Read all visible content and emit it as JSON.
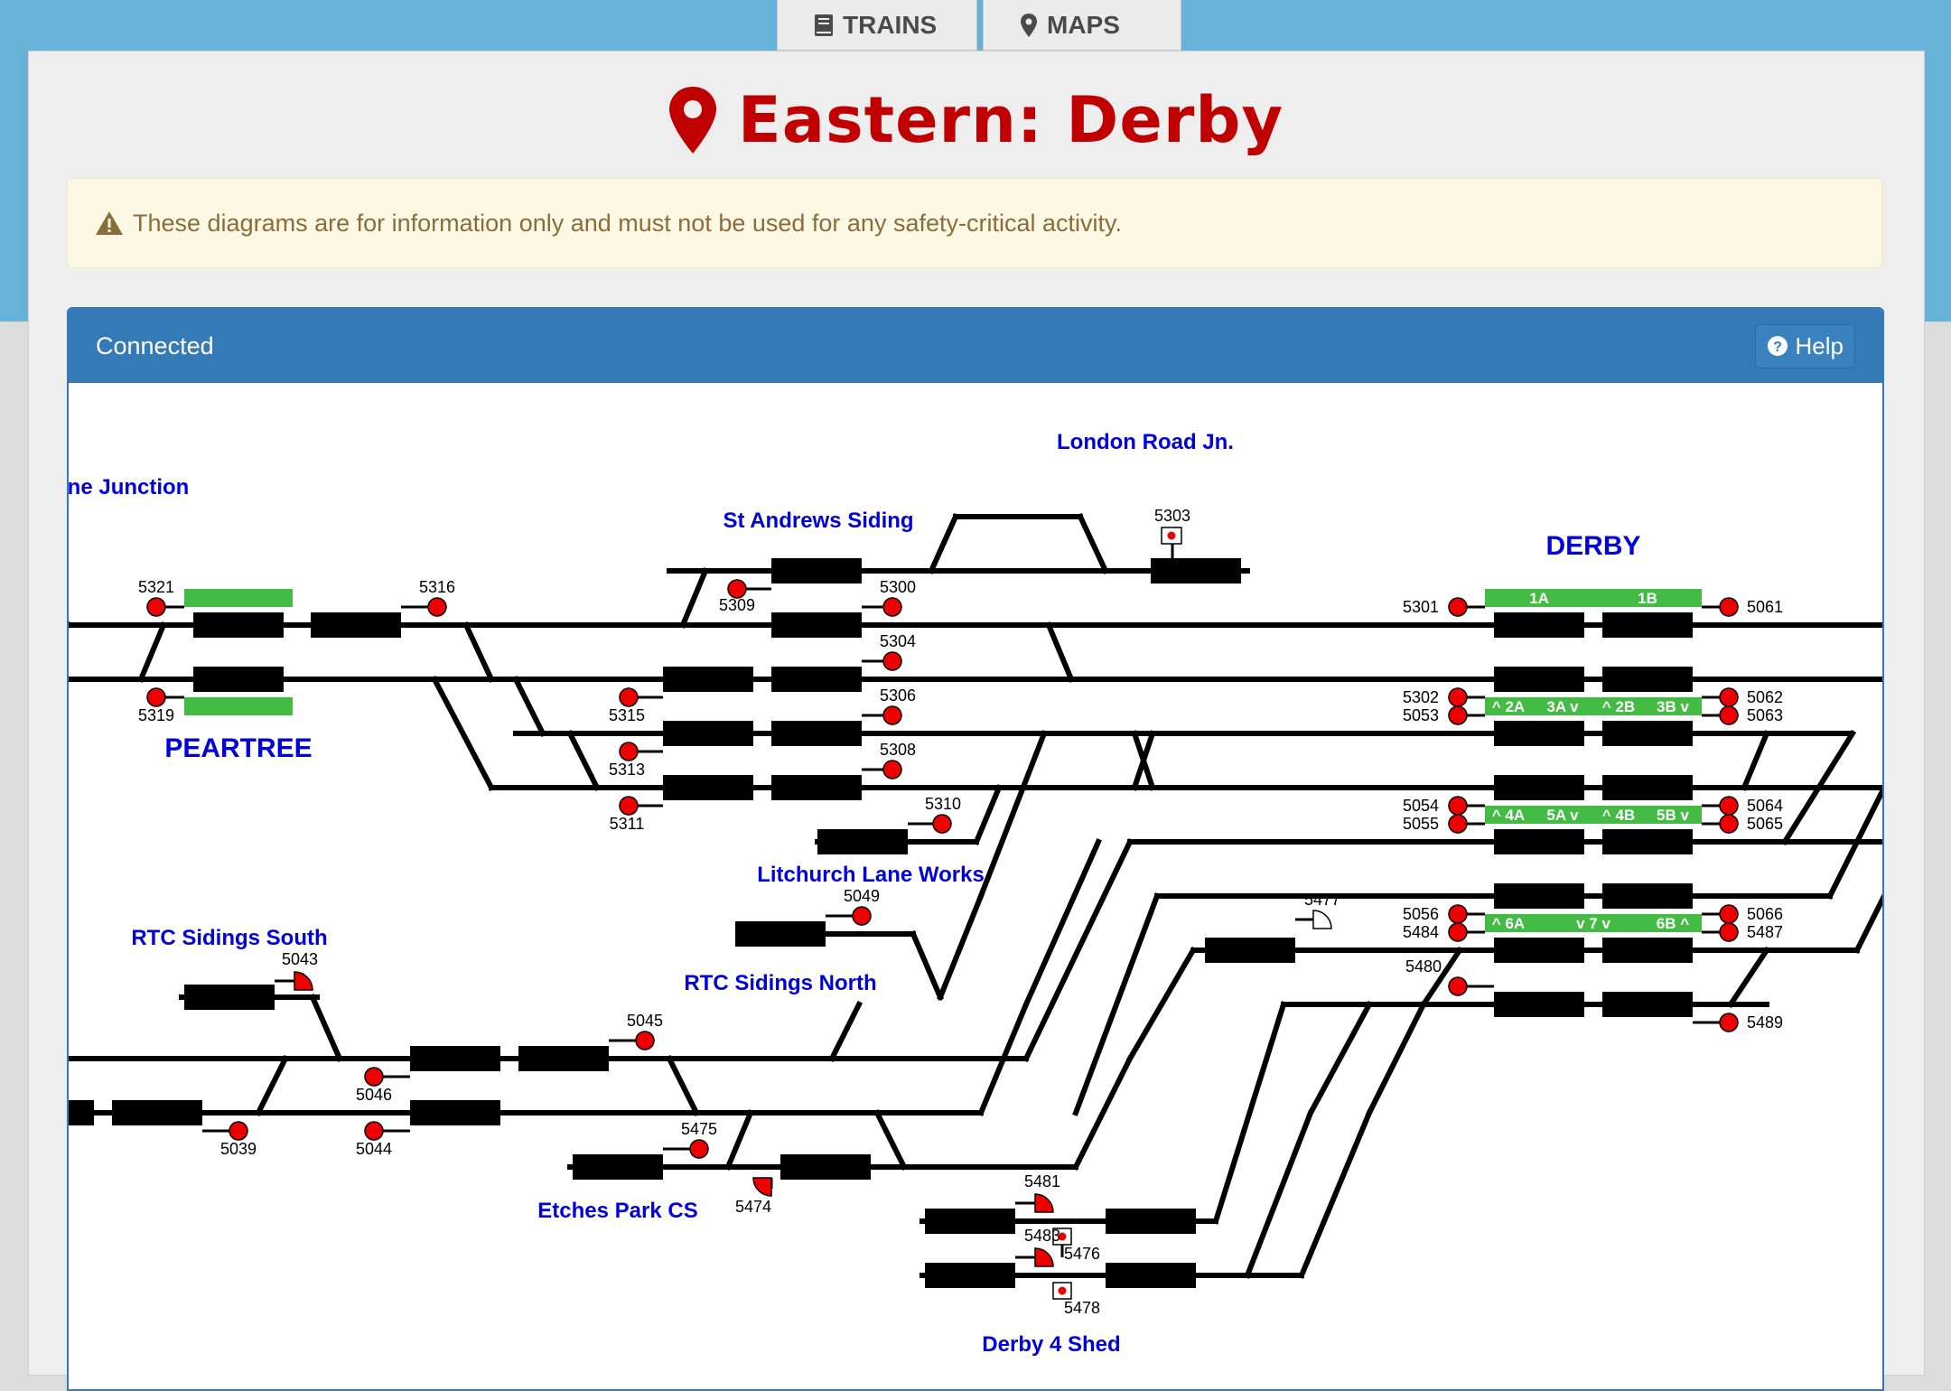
{
  "nav": {
    "trains_label": "TRAINS",
    "maps_label": "MAPS"
  },
  "header": {
    "title": "Eastern: Derby"
  },
  "alert": {
    "text": "These diagrams are for information only and must not be used for any safety-critical activity."
  },
  "panel": {
    "status": "Connected",
    "help_label": "Help"
  },
  "map": {
    "locations": {
      "junction": "ne Junction",
      "london_road": "London Road Jn.",
      "st_andrews": "St Andrews Siding",
      "derby": "DERBY",
      "peartree": "PEARTREE",
      "litchurch": "Litchurch Lane Works",
      "rtc_south": "RTC Sidings South",
      "rtc_north": "RTC Sidings North",
      "etches": "Etches Park CS",
      "shed": "Derby 4 Shed"
    },
    "platforms": {
      "p1a": "1A",
      "p1b": "1B",
      "p2a": "^ 2A",
      "p3a": "3A v",
      "p2b": "^ 2B",
      "p3b": "3B v",
      "p4a": "^ 4A",
      "p5a": "5A v",
      "p4b": "^ 4B",
      "p5b": "5B v",
      "p6a": "^ 6A",
      "p7": "v 7 v",
      "p6b": "6B ^"
    },
    "signals": [
      {
        "id": "5321"
      },
      {
        "id": "5319"
      },
      {
        "id": "5316"
      },
      {
        "id": "5309"
      },
      {
        "id": "5303",
        "aspect": "shunt"
      },
      {
        "id": "5300"
      },
      {
        "id": "5304"
      },
      {
        "id": "5306"
      },
      {
        "id": "5308"
      },
      {
        "id": "5315"
      },
      {
        "id": "5313"
      },
      {
        "id": "5311"
      },
      {
        "id": "5310"
      },
      {
        "id": "5301"
      },
      {
        "id": "5061"
      },
      {
        "id": "5302"
      },
      {
        "id": "5053"
      },
      {
        "id": "5062"
      },
      {
        "id": "5063"
      },
      {
        "id": "5054"
      },
      {
        "id": "5055"
      },
      {
        "id": "5064"
      },
      {
        "id": "5065"
      },
      {
        "id": "5056"
      },
      {
        "id": "5484"
      },
      {
        "id": "5066"
      },
      {
        "id": "5487"
      },
      {
        "id": "5477",
        "aspect": "ground-off"
      },
      {
        "id": "5480"
      },
      {
        "id": "5489"
      },
      {
        "id": "5049"
      },
      {
        "id": "5043",
        "aspect": "ground"
      },
      {
        "id": "5045"
      },
      {
        "id": "5046"
      },
      {
        "id": "5044"
      },
      {
        "id": "5039"
      },
      {
        "id": "5475"
      },
      {
        "id": "5474",
        "aspect": "ground"
      },
      {
        "id": "5481",
        "aspect": "ground"
      },
      {
        "id": "5483",
        "aspect": "ground"
      },
      {
        "id": "5476",
        "aspect": "shunt"
      },
      {
        "id": "5478",
        "aspect": "shunt"
      }
    ],
    "colors": {
      "track": "#000000",
      "signal_red": "#ee0000",
      "label_blue": "#0000dd",
      "platform_green": "#44bb44"
    }
  }
}
